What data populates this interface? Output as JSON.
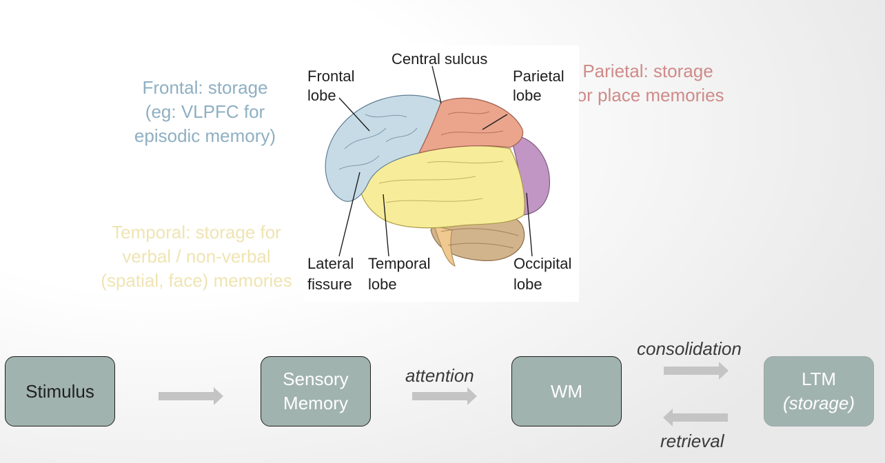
{
  "colors": {
    "frontal": "#8eafc2",
    "parietal": "#cf8a88",
    "temporal": "#efe4b2",
    "box_fill": "#a1b3af",
    "arrow": "#c4c4c4"
  },
  "annotations": {
    "frontal": [
      "Frontal: storage",
      "(eg: VLPFC for",
      "episodic memory)"
    ],
    "parietal": [
      "Parietal: storage",
      "for place memories"
    ],
    "temporal": [
      "Temporal: storage for",
      "verbal / non-verbal",
      "(spatial, face) memories"
    ]
  },
  "brain_labels": {
    "frontal": [
      "Frontal",
      "lobe"
    ],
    "central_sulcus": "Central sulcus",
    "parietal": [
      "Parietal",
      "lobe"
    ],
    "lateral_fissure": [
      "Lateral",
      "fissure"
    ],
    "temporal": [
      "Temporal",
      "lobe"
    ],
    "occipital": [
      "Occipital",
      "lobe"
    ]
  },
  "flow": {
    "stimulus": "Stimulus",
    "sensory": [
      "Sensory",
      "Memory"
    ],
    "wm": "WM",
    "ltm": [
      "LTM",
      "(storage)"
    ],
    "attention": "attention",
    "consolidation": "consolidation",
    "retrieval": "retrieval"
  }
}
